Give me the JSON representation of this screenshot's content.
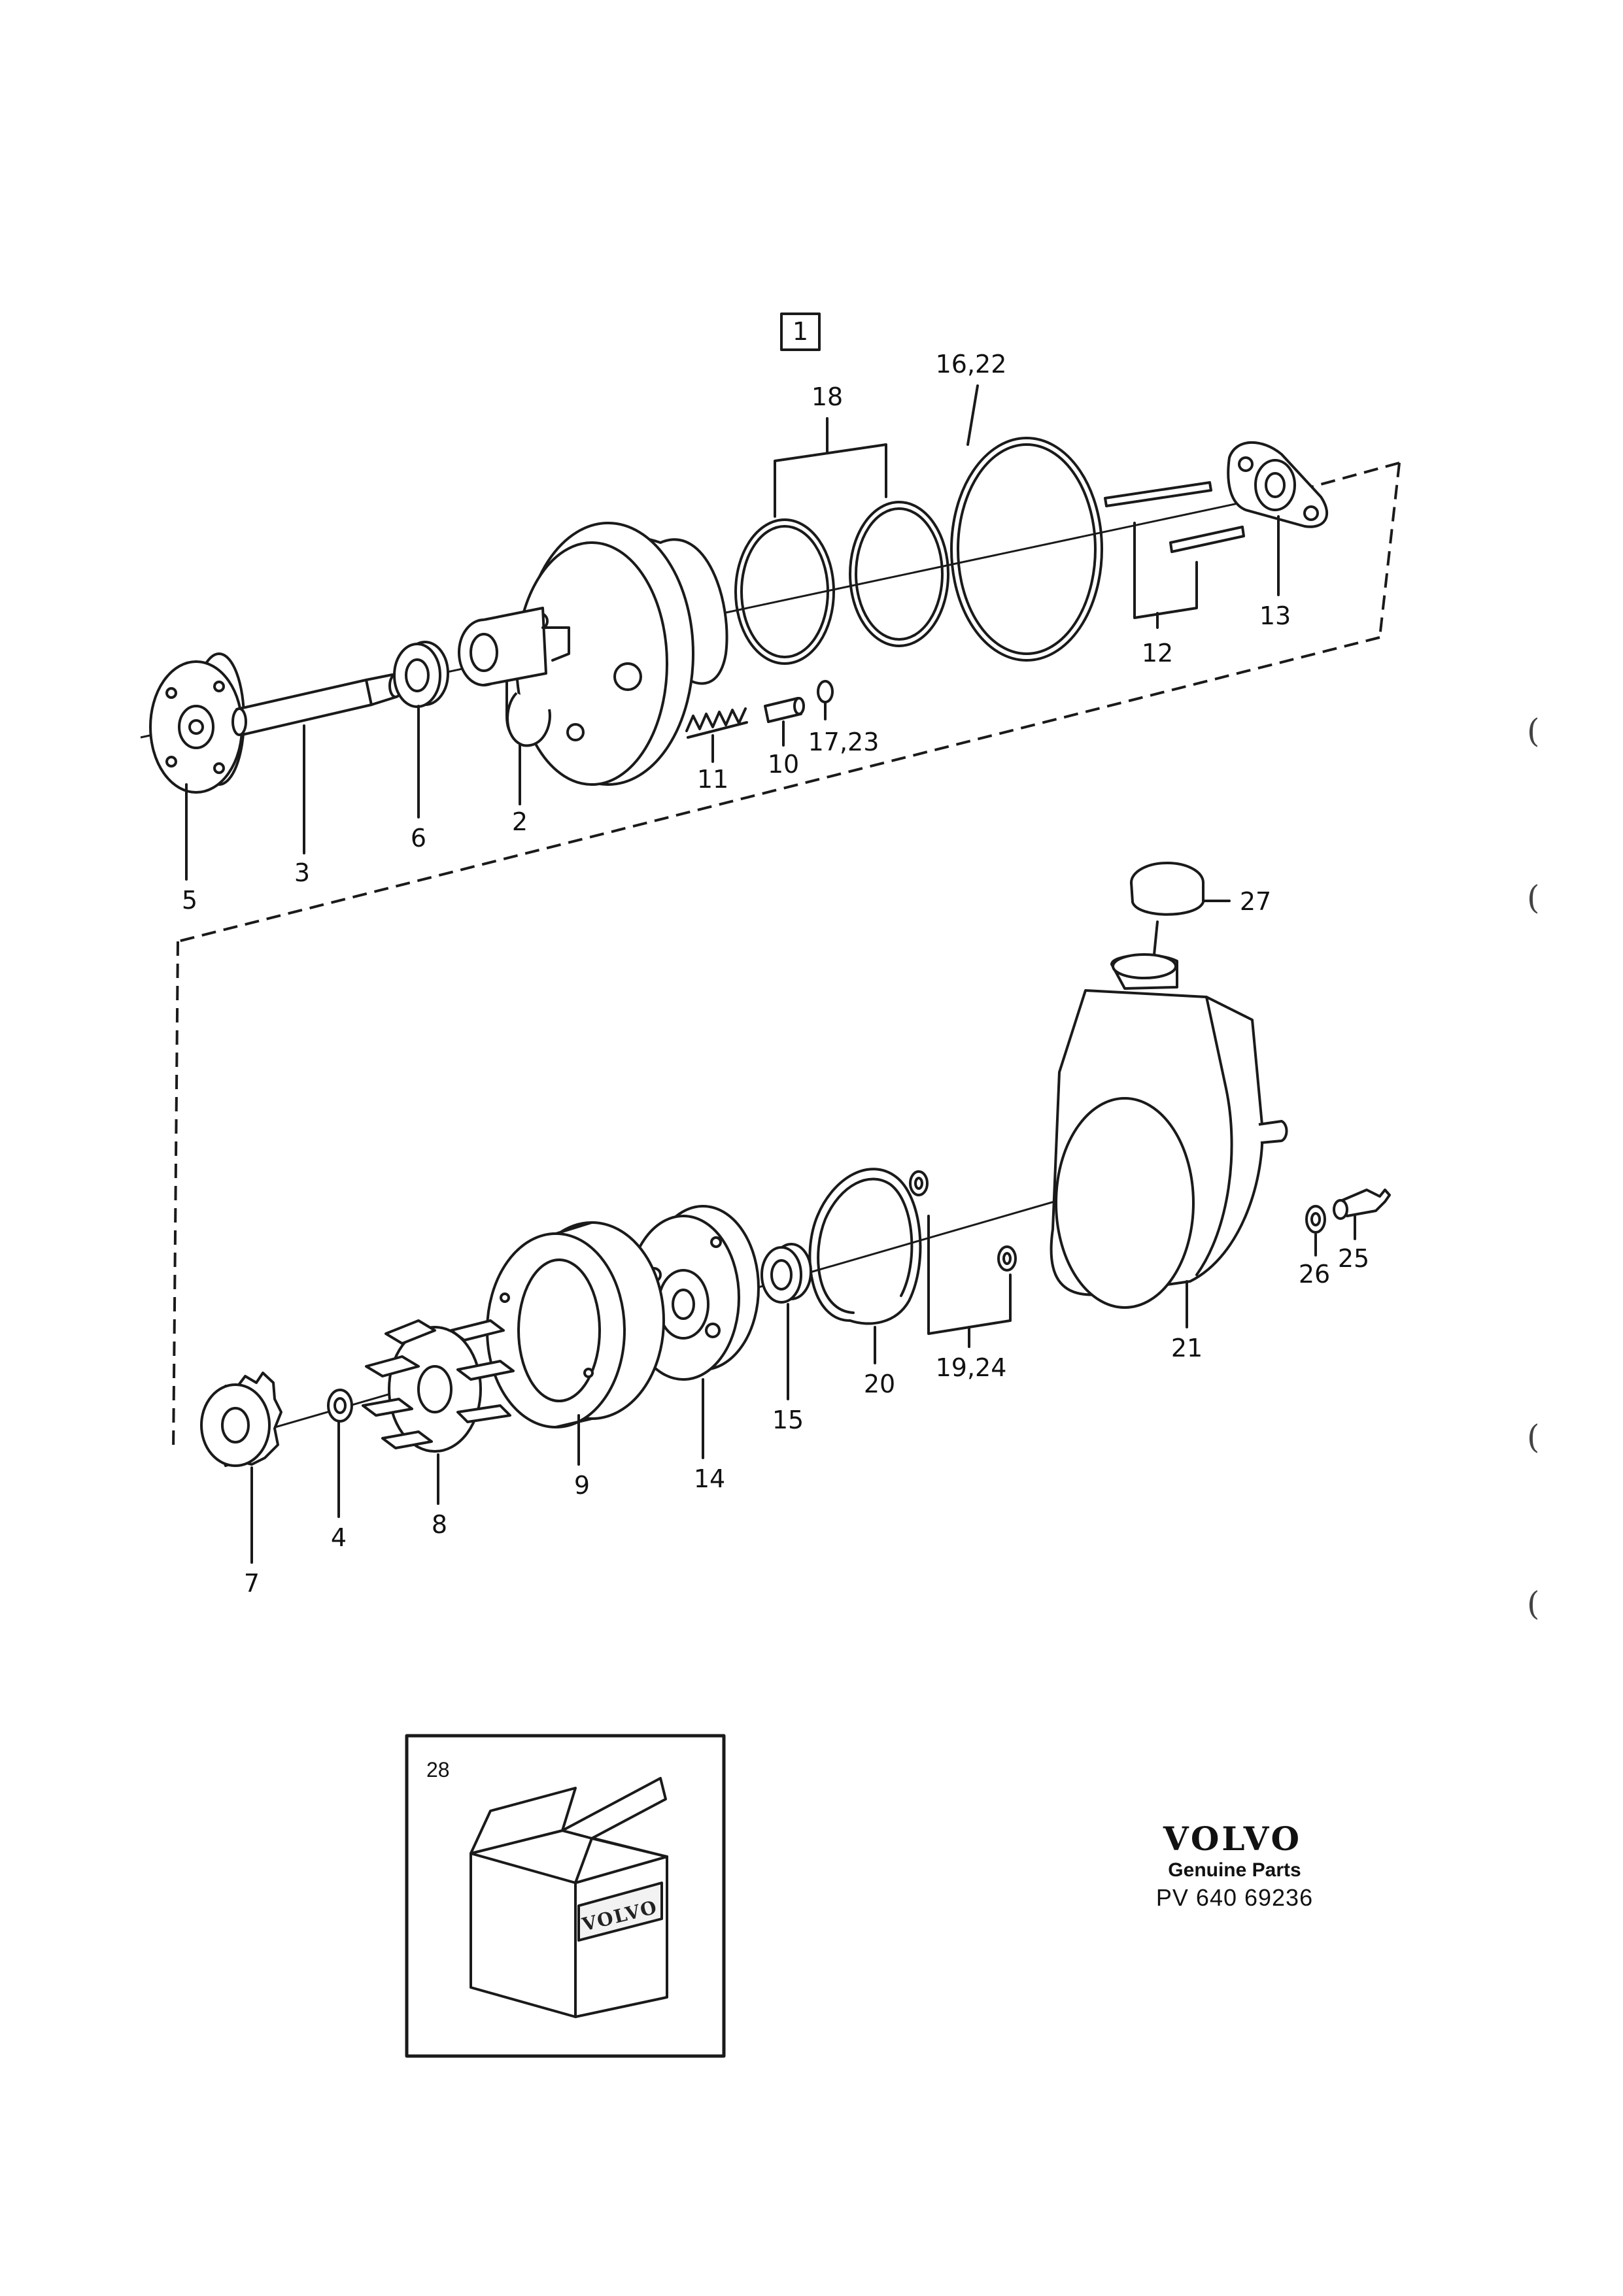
{
  "sheet": {
    "group_box_label": "1",
    "labels": {
      "l1": "1",
      "l2": "2",
      "l3": "3",
      "l4": "4",
      "l5": "5",
      "l6": "6",
      "l7": "7",
      "l8": "8",
      "l9": "9",
      "l10": "10",
      "l11": "11",
      "l12": "12",
      "l13": "13",
      "l14": "14",
      "l15": "15",
      "l16_22": "16,22",
      "l17_23": "17,23",
      "l18": "18",
      "l19_24": "19,24",
      "l20": "20",
      "l21": "21",
      "l25": "25",
      "l26": "26",
      "l27": "27",
      "l28": "28"
    },
    "kit_box_brand": "VOLVO",
    "margin_marks": [
      "(",
      "(",
      "(",
      "("
    ],
    "footer": {
      "brand": "VOLVO",
      "tagline": "Genuine Parts",
      "part_number": "PV 640 69236"
    }
  }
}
